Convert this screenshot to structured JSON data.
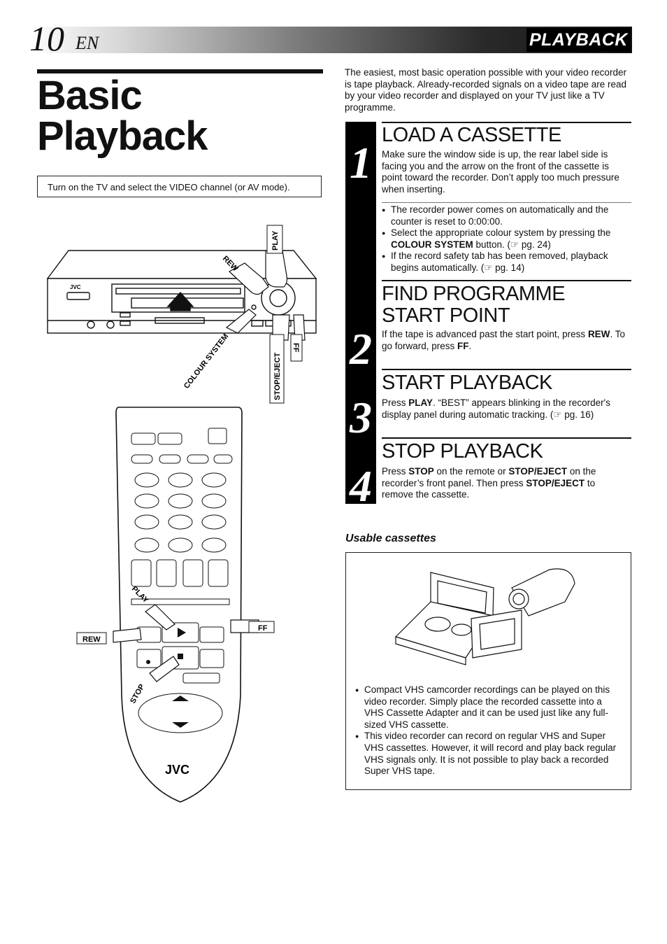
{
  "header": {
    "page_number": "10",
    "language": "EN",
    "section": "PLAYBACK"
  },
  "title": {
    "line1": "Basic",
    "line2": "Playback"
  },
  "tv_note": "Turn on the TV and select the VIDEO channel (or AV mode).",
  "vcr_illustration": {
    "brand": "JVC",
    "labels": {
      "play": "PLAY",
      "rew": "REW",
      "colour_system": "COLOUR SYSTEM",
      "stop_eject": "STOP/EJECT",
      "ff": "FF"
    }
  },
  "remote_illustration": {
    "brand": "JVC",
    "labels": {
      "play": "PLAY",
      "rew": "REW",
      "ff": "FF",
      "stop": "STOP"
    }
  },
  "intro": "The easiest, most basic operation possible with your video recorder is tape playback. Already-recorded signals on a video tape are read by your video recorder and displayed on your TV just like a TV programme.",
  "steps": [
    {
      "number": "1",
      "heading": "LOAD A CASSETTE",
      "body": "Make sure the window side is up, the rear label side is facing you and the arrow on the front of the cassette is point toward the recorder. Don’t apply too much pressure when inserting.",
      "bullets": [
        {
          "pre": "The recorder power comes on automatically and the counter is reset to 0:00:00.",
          "bold": "",
          "post": ""
        },
        {
          "pre": "Select the appropriate colour system by pressing the ",
          "bold": "COLOUR SYSTEM",
          "post": " button. (☞ pg. 24)"
        },
        {
          "pre": "If the record safety tab has been removed, playback begins automatically. (☞ pg. 14)",
          "bold": "",
          "post": ""
        }
      ]
    },
    {
      "number": "2",
      "heading": "FIND PROGRAMME START POINT",
      "parts": [
        {
          "t": "If the tape is advanced past the start point, press ",
          "b": false
        },
        {
          "t": "REW",
          "b": true
        },
        {
          "t": ". To go forward, press ",
          "b": false
        },
        {
          "t": "FF",
          "b": true
        },
        {
          "t": ".",
          "b": false
        }
      ]
    },
    {
      "number": "3",
      "heading": "START PLAYBACK",
      "parts": [
        {
          "t": "Press ",
          "b": false
        },
        {
          "t": "PLAY",
          "b": true
        },
        {
          "t": ". “BEST” appears blinking in the recorder's display panel during automatic tracking. (☞ pg. 16)",
          "b": false
        }
      ]
    },
    {
      "number": "4",
      "heading": "STOP PLAYBACK",
      "parts": [
        {
          "t": "Press ",
          "b": false
        },
        {
          "t": "STOP",
          "b": true
        },
        {
          "t": " on the remote or ",
          "b": false
        },
        {
          "t": "STOP/EJECT",
          "b": true
        },
        {
          "t": " on the recorder’s front panel. Then press ",
          "b": false
        },
        {
          "t": "STOP/EJECT",
          "b": true
        },
        {
          "t": " to remove the cassette.",
          "b": false
        }
      ]
    }
  ],
  "usable_cassettes": {
    "heading": "Usable cassettes",
    "bullets": [
      "Compact VHS camcorder recordings can be played on this video recorder. Simply place the recorded cassette into a VHS Cassette Adapter and it can be used just like any full-sized VHS cassette.",
      "This video recorder can record on regular VHS and Super VHS cassettes. However, it will record and play back regular VHS signals only. It is not possible to play back a recorded Super VHS tape."
    ]
  }
}
